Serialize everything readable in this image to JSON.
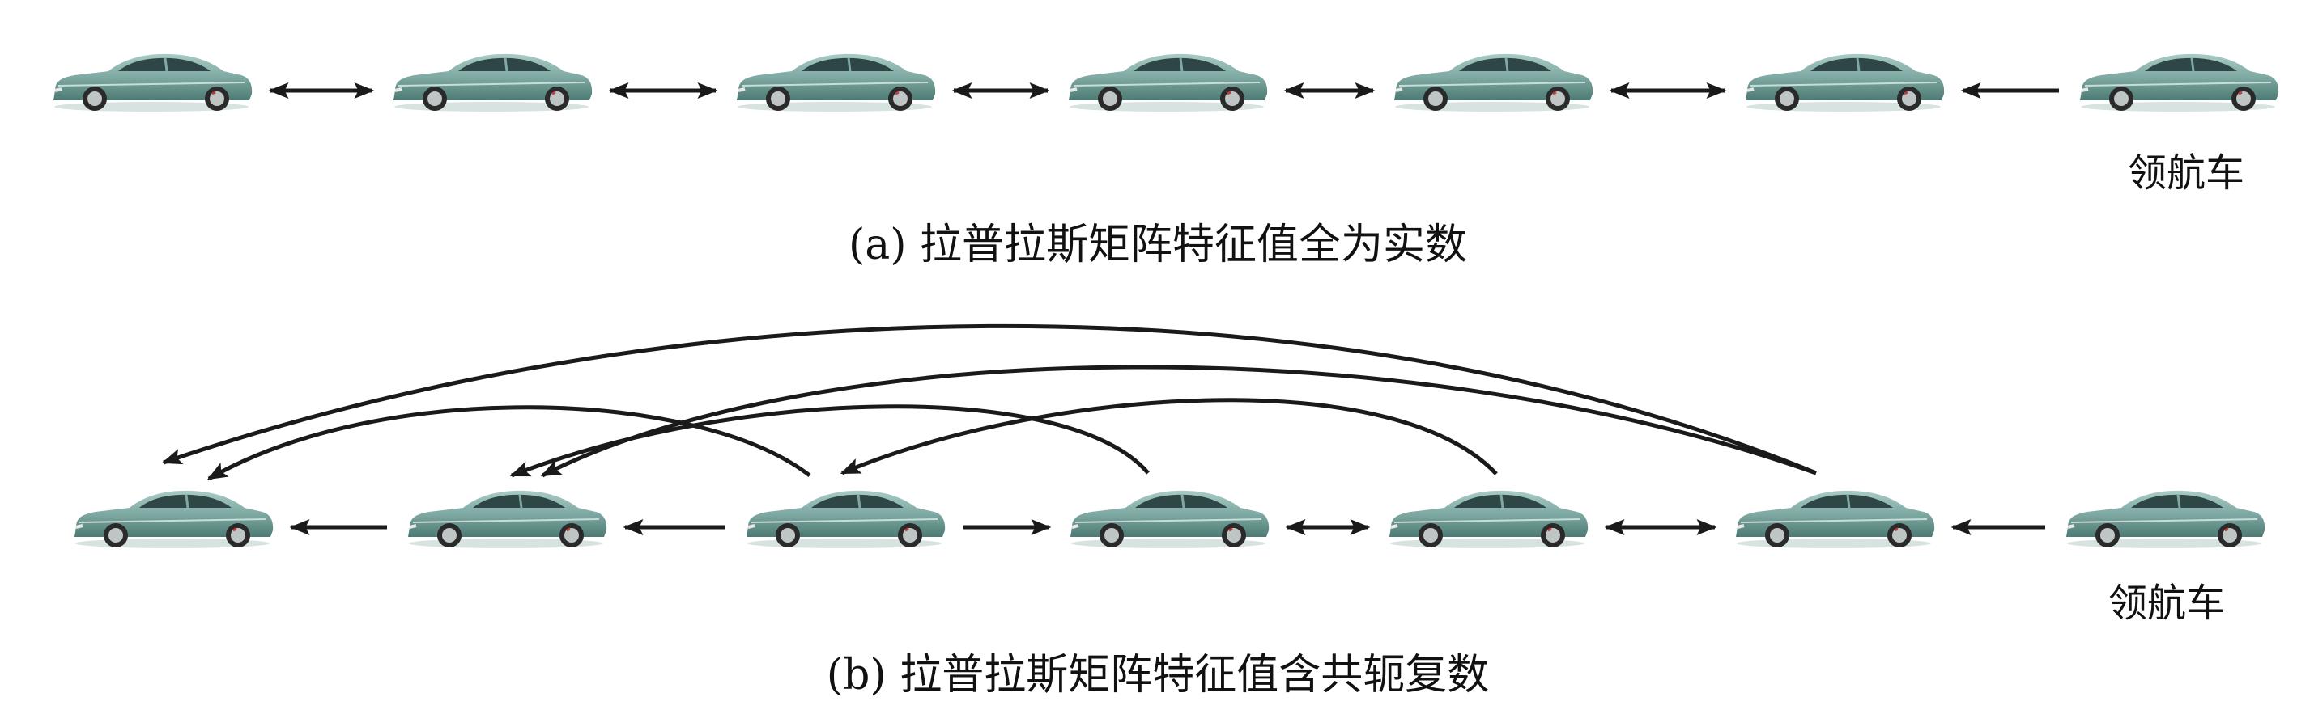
{
  "colors": {
    "car_body": "#7fa9a3",
    "car_body_dark": "#4d7a74",
    "car_window": "#2f4646",
    "wheel": "#2a2a2a",
    "rim": "#bfc5c5",
    "brake": "#c23b3b",
    "arrow": "#1a1a1a"
  },
  "panel_a": {
    "caption": "(a) 拉普拉斯矩阵特征值全为实数",
    "leader_label": "领航车",
    "car_count": 7,
    "links": [
      {
        "from": 0,
        "to": 1,
        "type": "bidirectional"
      },
      {
        "from": 1,
        "to": 2,
        "type": "bidirectional"
      },
      {
        "from": 2,
        "to": 3,
        "type": "bidirectional"
      },
      {
        "from": 3,
        "to": 4,
        "type": "bidirectional"
      },
      {
        "from": 4,
        "to": 5,
        "type": "bidirectional"
      },
      {
        "from": 6,
        "to": 5,
        "type": "directed"
      }
    ]
  },
  "panel_b": {
    "caption": "(b) 拉普拉斯矩阵特征值含共轭复数",
    "leader_label": "领航车",
    "car_count": 7,
    "links": [
      {
        "from": 1,
        "to": 0,
        "type": "directed"
      },
      {
        "from": 2,
        "to": 1,
        "type": "directed"
      },
      {
        "from": 2,
        "to": 3,
        "type": "directed"
      },
      {
        "from": 3,
        "to": 4,
        "type": "bidirectional"
      },
      {
        "from": 4,
        "to": 5,
        "type": "bidirectional"
      },
      {
        "from": 6,
        "to": 5,
        "type": "directed"
      }
    ],
    "curved_links": [
      {
        "from": 5,
        "to": 0
      },
      {
        "from": 5,
        "to": 1
      },
      {
        "from": 4,
        "to": 2
      },
      {
        "from": 3,
        "to": 1
      },
      {
        "from": 2,
        "to": 0
      }
    ]
  }
}
